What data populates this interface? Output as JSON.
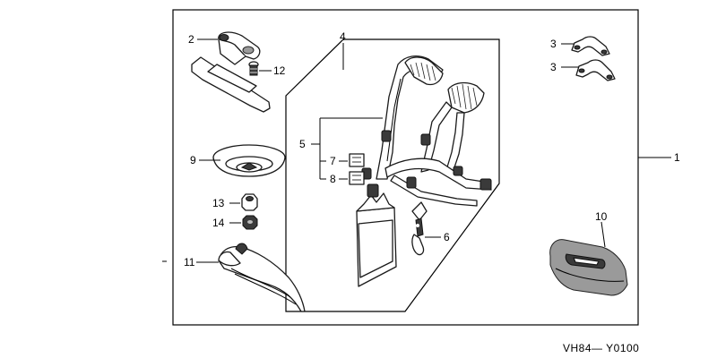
{
  "diagram_code": "VH84— Y0100",
  "callouts": {
    "c1": "1",
    "c2": "2",
    "c3a": "3",
    "c3b": "3",
    "c4": "4",
    "c5": "5",
    "c6": "6",
    "c7": "7",
    "c8": "8",
    "c9": "9",
    "c10": "10",
    "c11": "11",
    "c12": "12",
    "c13": "13",
    "c14": "14"
  }
}
